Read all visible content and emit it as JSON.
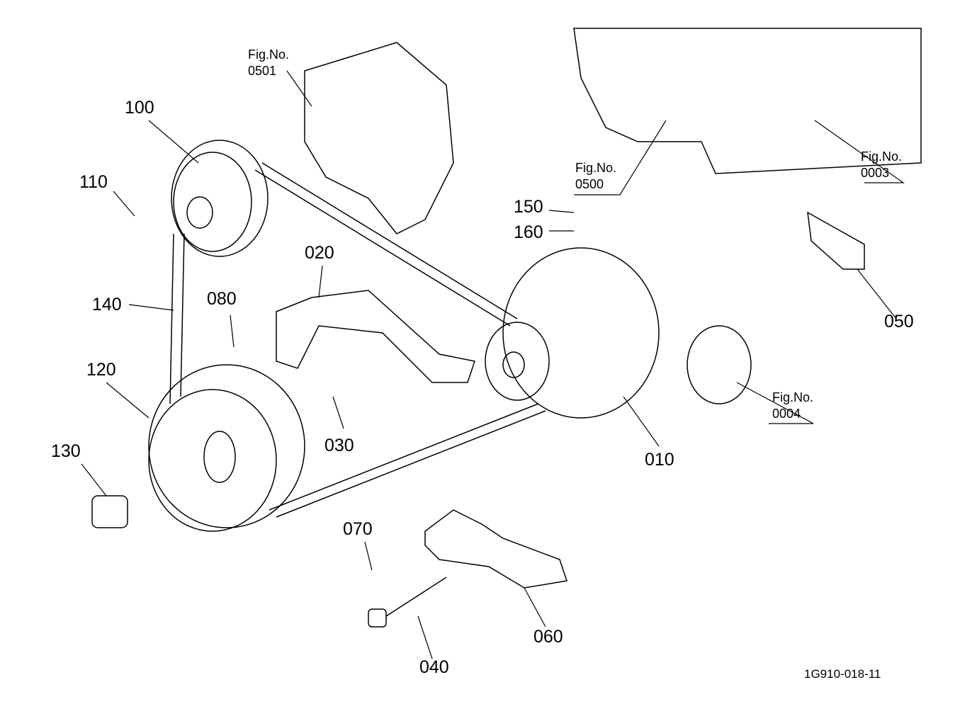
{
  "diagram": {
    "drawing_code": "1G910-018-11",
    "parts": [
      {
        "no": "100"
      },
      {
        "no": "110"
      },
      {
        "no": "140"
      },
      {
        "no": "120"
      },
      {
        "no": "130"
      },
      {
        "no": "020"
      },
      {
        "no": "080"
      },
      {
        "no": "030"
      },
      {
        "no": "150"
      },
      {
        "no": "160"
      },
      {
        "no": "050"
      },
      {
        "no": "010"
      },
      {
        "no": "070"
      },
      {
        "no": "040"
      },
      {
        "no": "060"
      }
    ],
    "figure_refs": [
      {
        "label": "Fig.No.",
        "no": "0501"
      },
      {
        "label": "Fig.No.",
        "no": "0500"
      },
      {
        "label": "Fig.No.",
        "no": "0003"
      },
      {
        "label": "Fig.No.",
        "no": "0004"
      }
    ]
  }
}
